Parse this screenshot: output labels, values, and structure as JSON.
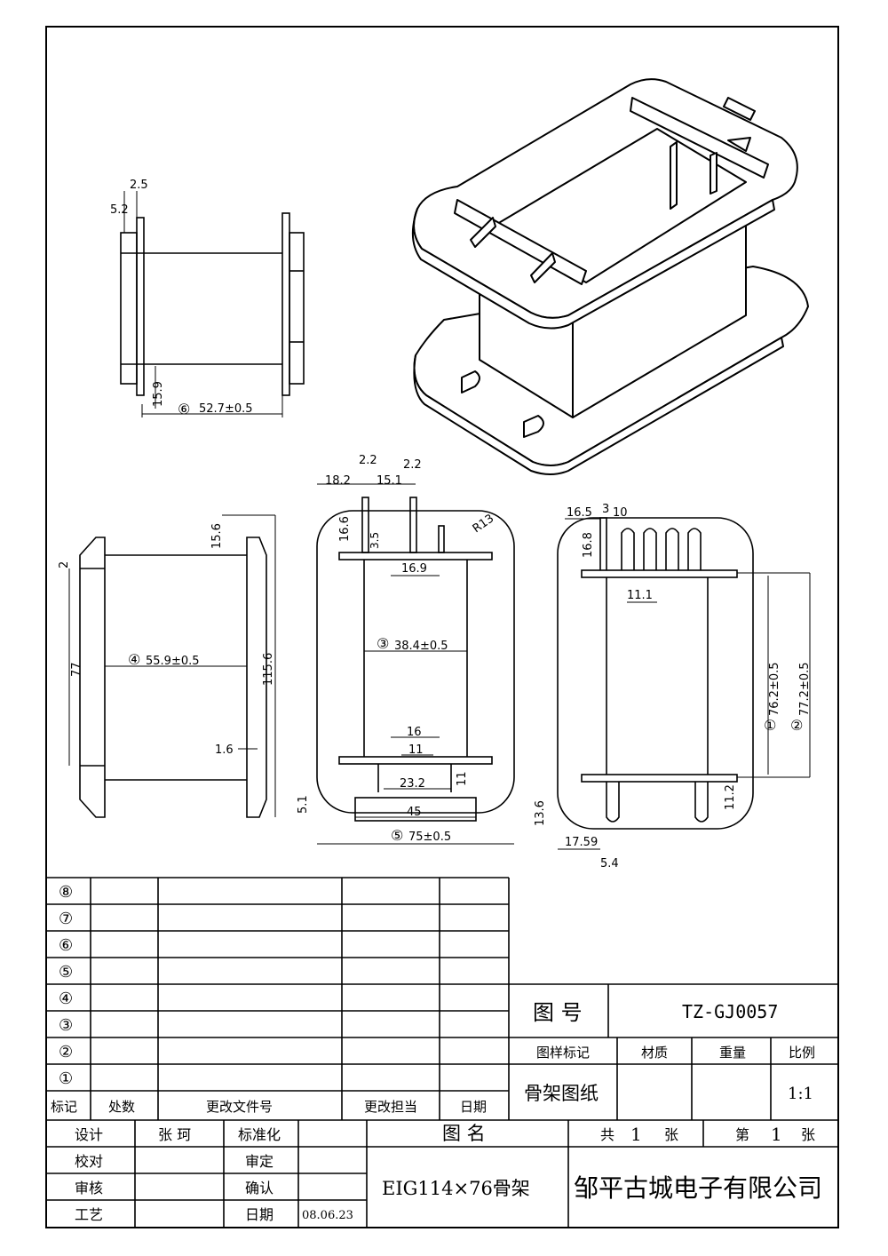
{
  "dims": {
    "side_top_a": "2.5",
    "side_top_b": "5.2",
    "side_h": "15.9",
    "side_len": "52.7±0.5",
    "side_len_no": "⑥",
    "left_flange": "2",
    "left_right_top": "15.6",
    "left_h": "77",
    "left_width": "55.9±0.5",
    "left_width_no": "④",
    "left_total": "115.6",
    "left_wall": "1.6",
    "mid_a": "2.2",
    "mid_b": "2.2",
    "mid_c": "18.2",
    "mid_d": "15.1",
    "mid_e": "16.6",
    "mid_f": "3.5",
    "mid_r": "R13",
    "mid_g": "16.9",
    "mid_core": "38.4±0.5",
    "mid_core_no": "③",
    "mid_h": "16",
    "mid_i": "11",
    "mid_j": "23.2",
    "mid_k": "11",
    "mid_l": "5.1",
    "mid_m": "45",
    "mid_total": "75±0.5",
    "mid_total_no": "⑤",
    "right_a": "16.5",
    "right_b": "3",
    "right_c": "10",
    "right_d": "16.8",
    "right_e": "11.1",
    "right_f": "76.2±0.5",
    "right_f_no": "①",
    "right_g": "77.2±0.5",
    "right_g_no": "②",
    "right_h": "13.6",
    "right_i": "11.2",
    "right_j": "17.59",
    "right_k": "5.4"
  },
  "revision_table": {
    "markers": [
      "⑧",
      "⑦",
      "⑥",
      "⑤",
      "④",
      "③",
      "②",
      "①"
    ],
    "headers": [
      "标记",
      "处数",
      "更改文件号",
      "更改担当",
      "日期"
    ]
  },
  "drawing_no": {
    "label": "图  号",
    "value": "TZ-GJ0057"
  },
  "meta_headers": [
    "图样标记",
    "材质",
    "重量",
    "比例"
  ],
  "drawing_type": "骨架图纸",
  "scale": "1:1",
  "title_block": {
    "design_label": "设计",
    "designer": "张 珂",
    "standard_label": "标准化",
    "name_label": "图  名",
    "total_label": "共",
    "total_value": "1",
    "sheet_unit": "张",
    "page_label": "第",
    "page_value": "1",
    "page_unit": "张",
    "check_label": "校对",
    "review_label": "审定",
    "audit_label": "审核",
    "confirm_label": "确认",
    "process_label": "工艺",
    "date_label": "日期",
    "date_value": "08.06.23",
    "part_name": "EIG114×76骨架",
    "company": "邹平古城电子有限公司"
  }
}
